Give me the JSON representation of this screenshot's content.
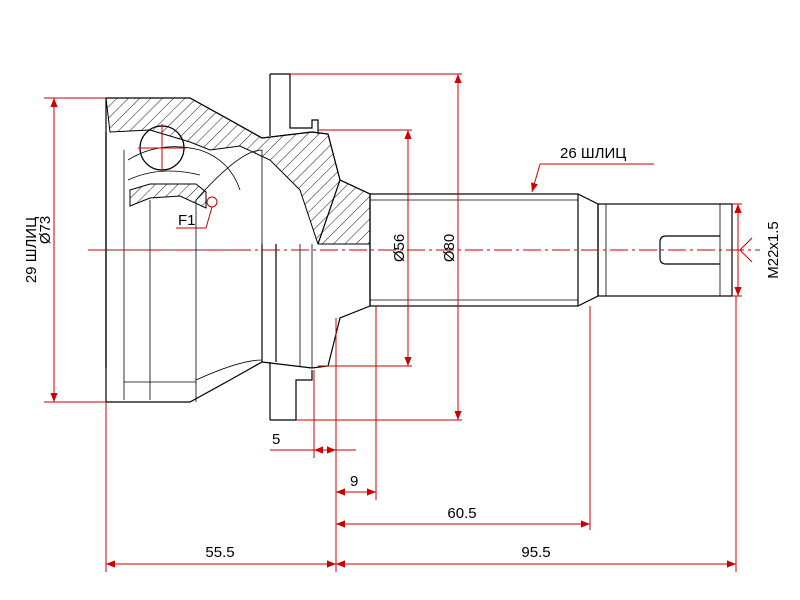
{
  "labels": {
    "outer_diameter": "Ø73",
    "outer_splines": "29 ШЛИЦ",
    "feature": "F1",
    "shaft_splines": "26 ШЛИЦ",
    "seat_diameter": "Ø56",
    "flange_diameter": "Ø80",
    "thread": "M22x1.5",
    "dim_5": "5",
    "dim_9": "9",
    "dim_60_5": "60.5",
    "dim_55_5": "55.5",
    "dim_95_5": "95.5"
  },
  "colors": {
    "line": "#000000",
    "dimension": "#cc0000"
  }
}
